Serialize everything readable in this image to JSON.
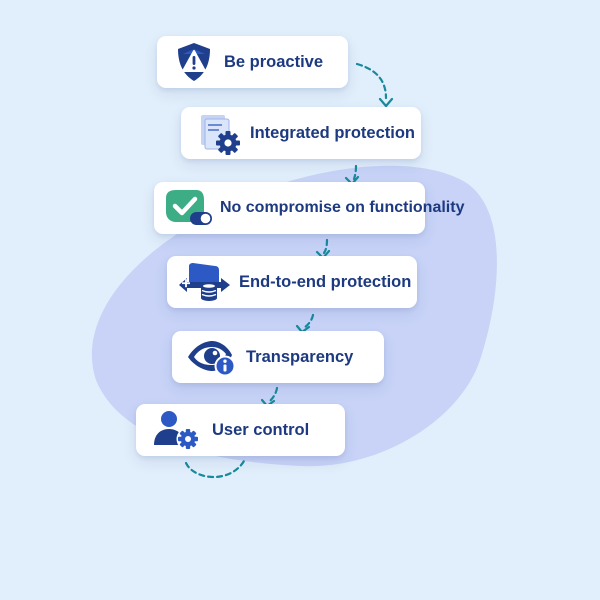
{
  "colors": {
    "background": "#e1eefb",
    "blob": "#c8d3f7",
    "card": "#ffffff",
    "text": "#1d3a80",
    "icon_navy": "#1f3f8c",
    "icon_blue": "#2d59c4",
    "icon_light": "#c5d4f3",
    "check_green": "#3dad86",
    "connector": "#178a9c"
  },
  "steps": [
    {
      "label": "Be proactive",
      "icon": "shield-warning-icon"
    },
    {
      "label": "Integrated protection",
      "icon": "document-gear-icon"
    },
    {
      "label": "No compromise on functionality",
      "icon": "check-toggle-icon"
    },
    {
      "label": "End-to-end protection",
      "icon": "arrow-database-icon"
    },
    {
      "label": "Transparency",
      "icon": "eye-info-icon"
    },
    {
      "label": "User control",
      "icon": "user-gear-icon"
    }
  ]
}
